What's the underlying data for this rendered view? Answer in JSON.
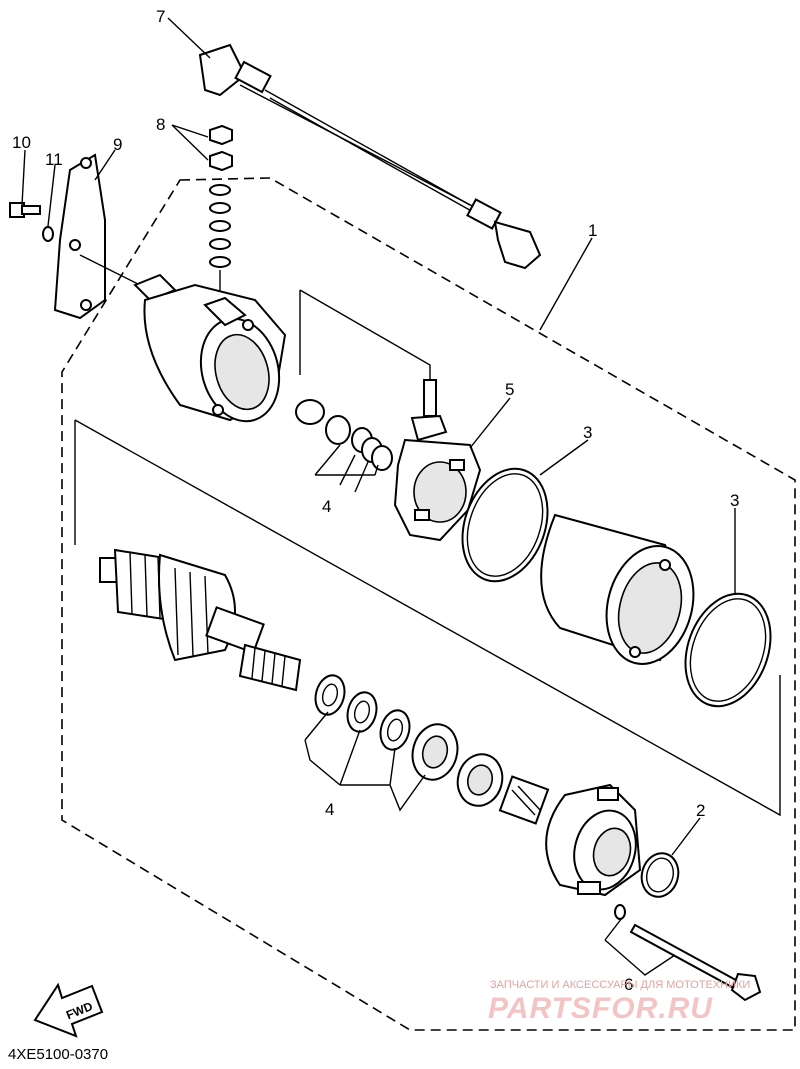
{
  "diagram": {
    "callouts": {
      "c1": "1",
      "c2": "2",
      "c3a": "3",
      "c3b": "3",
      "c4a": "4",
      "c4b": "4",
      "c5": "5",
      "c6": "6",
      "c7": "7",
      "c8": "8",
      "c9": "9",
      "c10": "10",
      "c11": "11"
    },
    "direction_label": "FWD",
    "diagram_code": "4XE5100-0370"
  },
  "watermark": {
    "tagline": "ЗАПЧАСТИ И АКСЕССУАРЫ ДЛЯ МОТОТЕХНИКИ",
    "brand": "PARTSFOR.RU"
  }
}
